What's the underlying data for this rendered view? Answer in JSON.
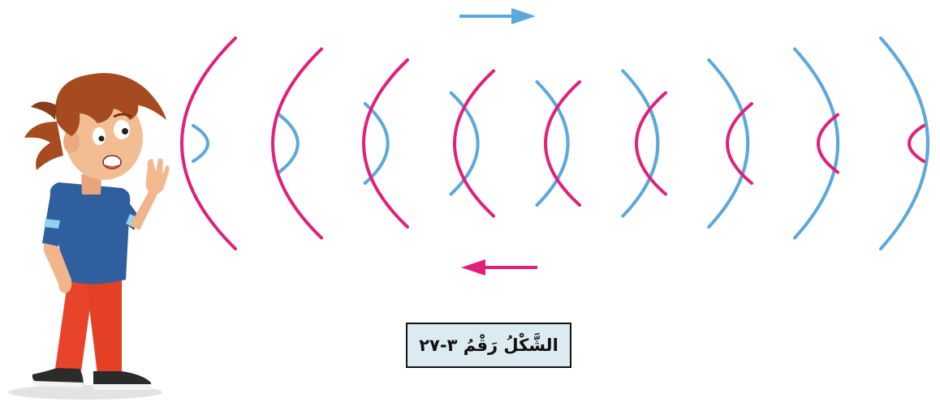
{
  "figure": {
    "caption": "الشَّكْلُ رَقْمُ ٣-٢٧"
  },
  "colors": {
    "incident_wave": "#5aa8dc",
    "reflected_wave": "#e0207a",
    "caption_background": "#dcebf2",
    "caption_border": "#111111"
  },
  "wavefront_counts": {
    "incident": 9,
    "reflected": 9
  },
  "arrows": {
    "incident_direction": "right",
    "reflected_direction": "left"
  },
  "illustration": {
    "character": "boy-speaking-with-raised-hand"
  }
}
